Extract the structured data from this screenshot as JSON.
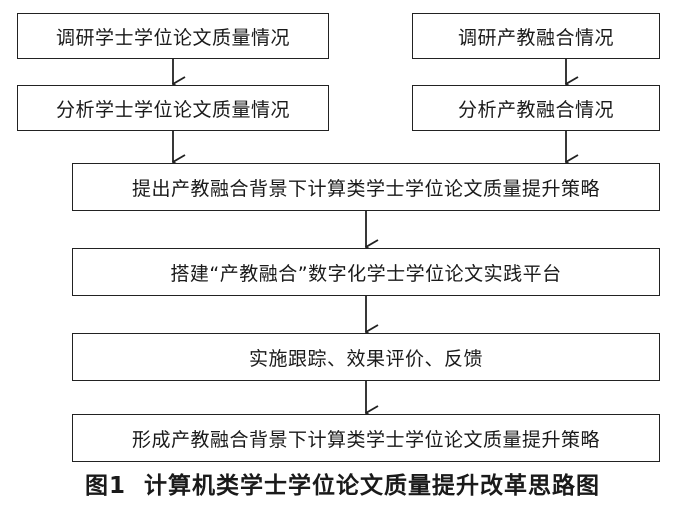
{
  "boxes": {
    "survey_thesis": "调研学士学位论文质量情况",
    "survey_integration": "调研产教融合情况",
    "analyze_thesis": "分析学士学位论文质量情况",
    "analyze_integration": "分析产教融合情况",
    "propose_strategy": "提出产教融合背景下计算类学士学位论文质量提升策略",
    "build_platform": "搭建“产教融合”数字化学士学位论文实践平台",
    "implement_feedback": "实施跟踪、效果评价、反馈",
    "form_strategy": "形成产教融合背景下计算类学士学位论文质量提升策略"
  },
  "caption": {
    "number": "图1",
    "title": "计算机类学士学位论文质量提升改革思路图"
  }
}
